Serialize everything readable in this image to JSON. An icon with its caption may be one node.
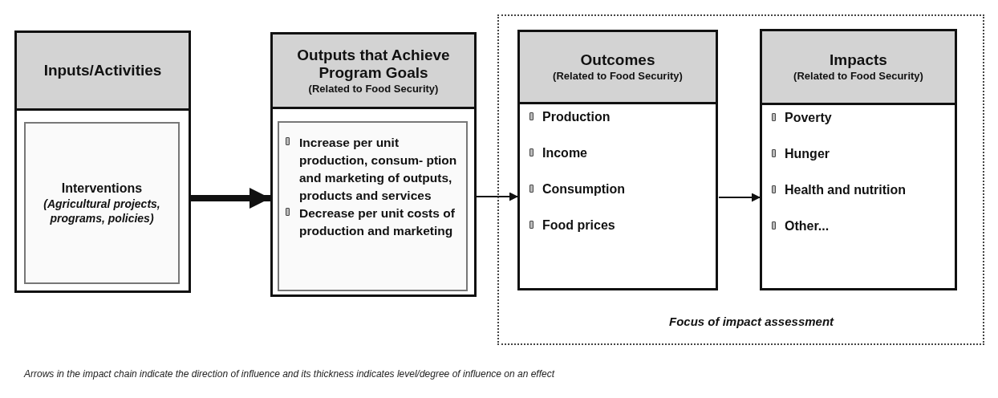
{
  "diagram": {
    "caption": "Arrows in the impact chain indicate the direction of influence and its thickness indicates level/degree of influence on an effect",
    "nodes": [
      {
        "text": [
          "Inputs/Activities"
        ]
      },
      {
        "text": [
          "Interventions",
          "(Agricultural projects, programs, policies)"
        ],
        "in": 0
      },
      {
        "text": [
          "Outputs that Achieve Program Goals",
          "(Related to Food Security)"
        ]
      },
      {
        "text": [
          "Increase per unit production, consum- ption and marketing of outputs, products and services",
          "Decrease per unit costs of production and marketing"
        ],
        "in": 2
      },
      {
        "text": [
          "Focus of impact assessment"
        ]
      },
      {
        "text": [
          "Outcomes",
          "(Related to Food Security)",
          "Production",
          "Income",
          "Consumption",
          "Food prices"
        ],
        "in": 4
      },
      {
        "text": [
          "Impacts",
          "(Related to Food Security)",
          "Poverty",
          "Hunger",
          "Health and nutrition",
          "Other..."
        ],
        "in": 4
      }
    ],
    "edges": [
      {
        "from": 0,
        "to": 2,
        "arrow": "to",
        "style": "thick"
      },
      {
        "from": 2,
        "to": 5,
        "arrow": "to"
      },
      {
        "from": 5,
        "to": 6,
        "arrow": "to"
      }
    ]
  }
}
